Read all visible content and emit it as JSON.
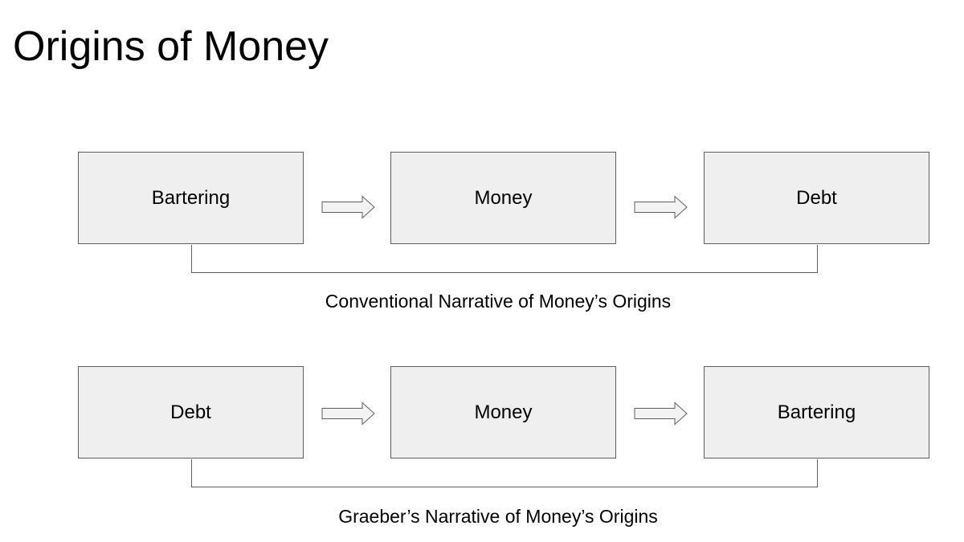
{
  "title": "Origins of Money",
  "colors": {
    "box_fill": "#efefef",
    "box_border": "#5f5f5f",
    "arrow_fill": "#f3f3f3",
    "text": "#000000"
  },
  "flows": [
    {
      "steps": [
        "Bartering",
        "Money",
        "Debt"
      ],
      "caption": "Conventional Narrative of Money’s Origins"
    },
    {
      "steps": [
        "Debt",
        "Money",
        "Bartering"
      ],
      "caption": "Graeber’s Narrative of Money’s Origins"
    }
  ]
}
